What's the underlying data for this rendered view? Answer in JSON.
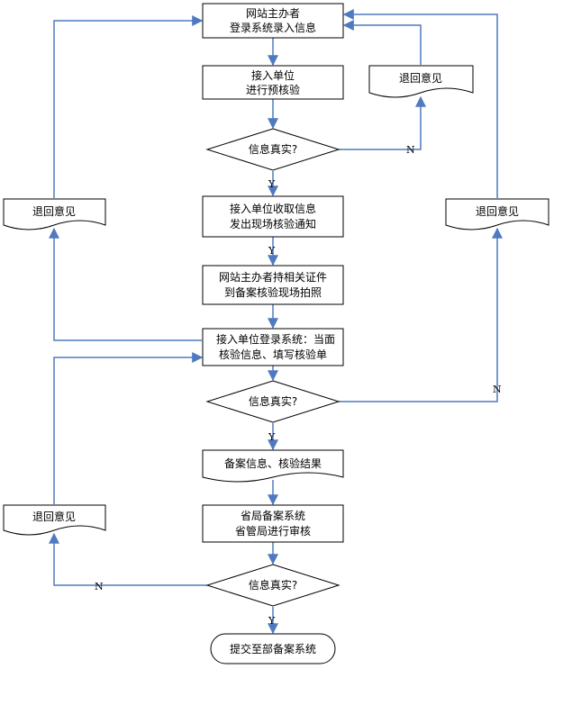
{
  "nodes": {
    "n1_l1": "网站主办者",
    "n1_l2": "登录系统录入信息",
    "n2_l1": "接入单位",
    "n2_l2": "进行预核验",
    "d1": "信息真实?",
    "r1": "退回意见",
    "n3_l1": "接入单位收取信息",
    "n3_l2": "发出现场核验通知",
    "n4_l1": "网站主办者持相关证件",
    "n4_l2": "到备案核验现场拍照",
    "n5_l1": "接入单位登录系统：当面",
    "n5_l2": "核验信息、填写核验单",
    "d2": "信息真实?",
    "r_left": "退回意见",
    "r_right": "退回意见",
    "n6": "备案信息、核验结果",
    "n7_l1": "省局备案系统",
    "n7_l2": "省管局进行审核",
    "d3": "信息真实?",
    "r_bottom": "退回意见",
    "end": "提交至部备案系统"
  },
  "edges": {
    "yes": "Y",
    "no": "N"
  },
  "colors": {
    "connector": "#4f7abf",
    "border": "#000000"
  }
}
